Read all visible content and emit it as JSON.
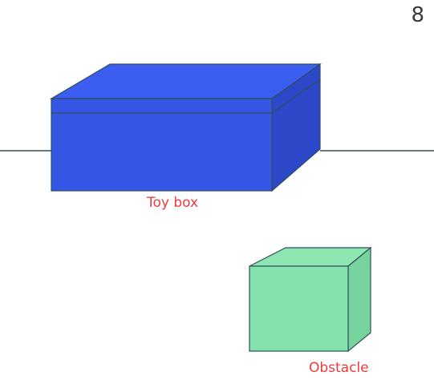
{
  "page": {
    "number": "8"
  },
  "labels": {
    "toy_box": "Toy box",
    "obstacle": "Obstacle"
  },
  "colors": {
    "label": "#ee3b3b",
    "toy_box_front": "#3657e6",
    "toy_box_top": "#3b5ef0",
    "toy_box_side": "#2c47c7",
    "obstacle_front": "#86e2ad",
    "obstacle_top": "#8ee6b3",
    "obstacle_side": "#77d39e",
    "outline": "#2f4f5a",
    "horizon_line": "#2f4f5a"
  }
}
